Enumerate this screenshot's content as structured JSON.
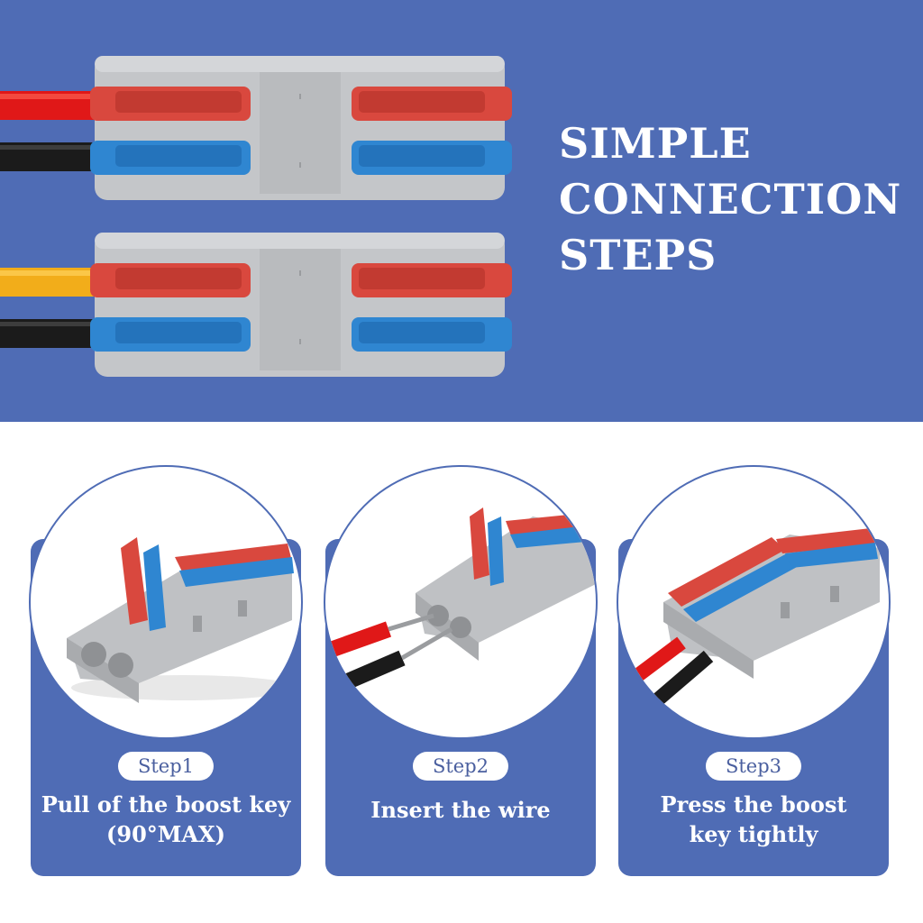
{
  "headline": {
    "line1": "SIMPLE",
    "line2": "CONNECTION",
    "line3": "STEPS"
  },
  "steps": [
    {
      "label": "Step1",
      "text1": "Pull of the boost key",
      "text2": "(90°MAX)"
    },
    {
      "label": "Step2",
      "text1": "Insert the wire",
      "text2": ""
    },
    {
      "label": "Step3",
      "text1": "Press the boost",
      "text2": "key tightly"
    }
  ],
  "colors": {
    "panel_blue": "#4f6cb5",
    "lever_red": "#d9483e",
    "lever_blue": "#2f86d1",
    "housing_gray": "#c4c6c9",
    "wire_red": "#e01818",
    "wire_yellow": "#f2ad1a",
    "wire_black": "#1b1b1b"
  },
  "icons": {
    "connector_top": "connector-2way-icon",
    "connector_bottom": "connector-2way-icon",
    "step1": "open-lever-connector-icon",
    "step2": "insert-wire-connector-icon",
    "step3": "closed-lever-connector-icon"
  }
}
